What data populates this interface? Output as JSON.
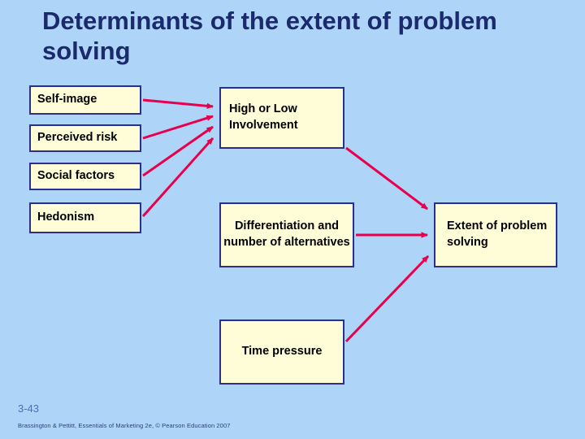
{
  "slide": {
    "title": "Determinants of the extent of problem solving",
    "page_number": "3-43",
    "footer_credit": "Brassington & Pettitt, Essentials of Marketing 2e, © Pearson Education 2007",
    "accent_color": "#e8004c",
    "box_fill": "#fffdd8",
    "box_border": "#2b2f8f",
    "background": "#aed5f7",
    "title_color": "#1a2a6c"
  },
  "boxes": {
    "self_image": "Self-image",
    "perceived_risk": "Perceived risk",
    "social_factors": "Social factors",
    "hedonism": "Hedonism",
    "involvement": "High or Low Involvement",
    "differentiation": "Differentiation and number of alternatives",
    "time_pressure": "Time pressure",
    "extent": "Extent of problem solving"
  },
  "connections": [
    {
      "from": "self_image",
      "to": "involvement"
    },
    {
      "from": "perceived_risk",
      "to": "involvement"
    },
    {
      "from": "social_factors",
      "to": "involvement"
    },
    {
      "from": "hedonism",
      "to": "involvement"
    },
    {
      "from": "involvement",
      "to": "extent"
    },
    {
      "from": "differentiation",
      "to": "extent"
    },
    {
      "from": "time_pressure",
      "to": "extent"
    }
  ]
}
